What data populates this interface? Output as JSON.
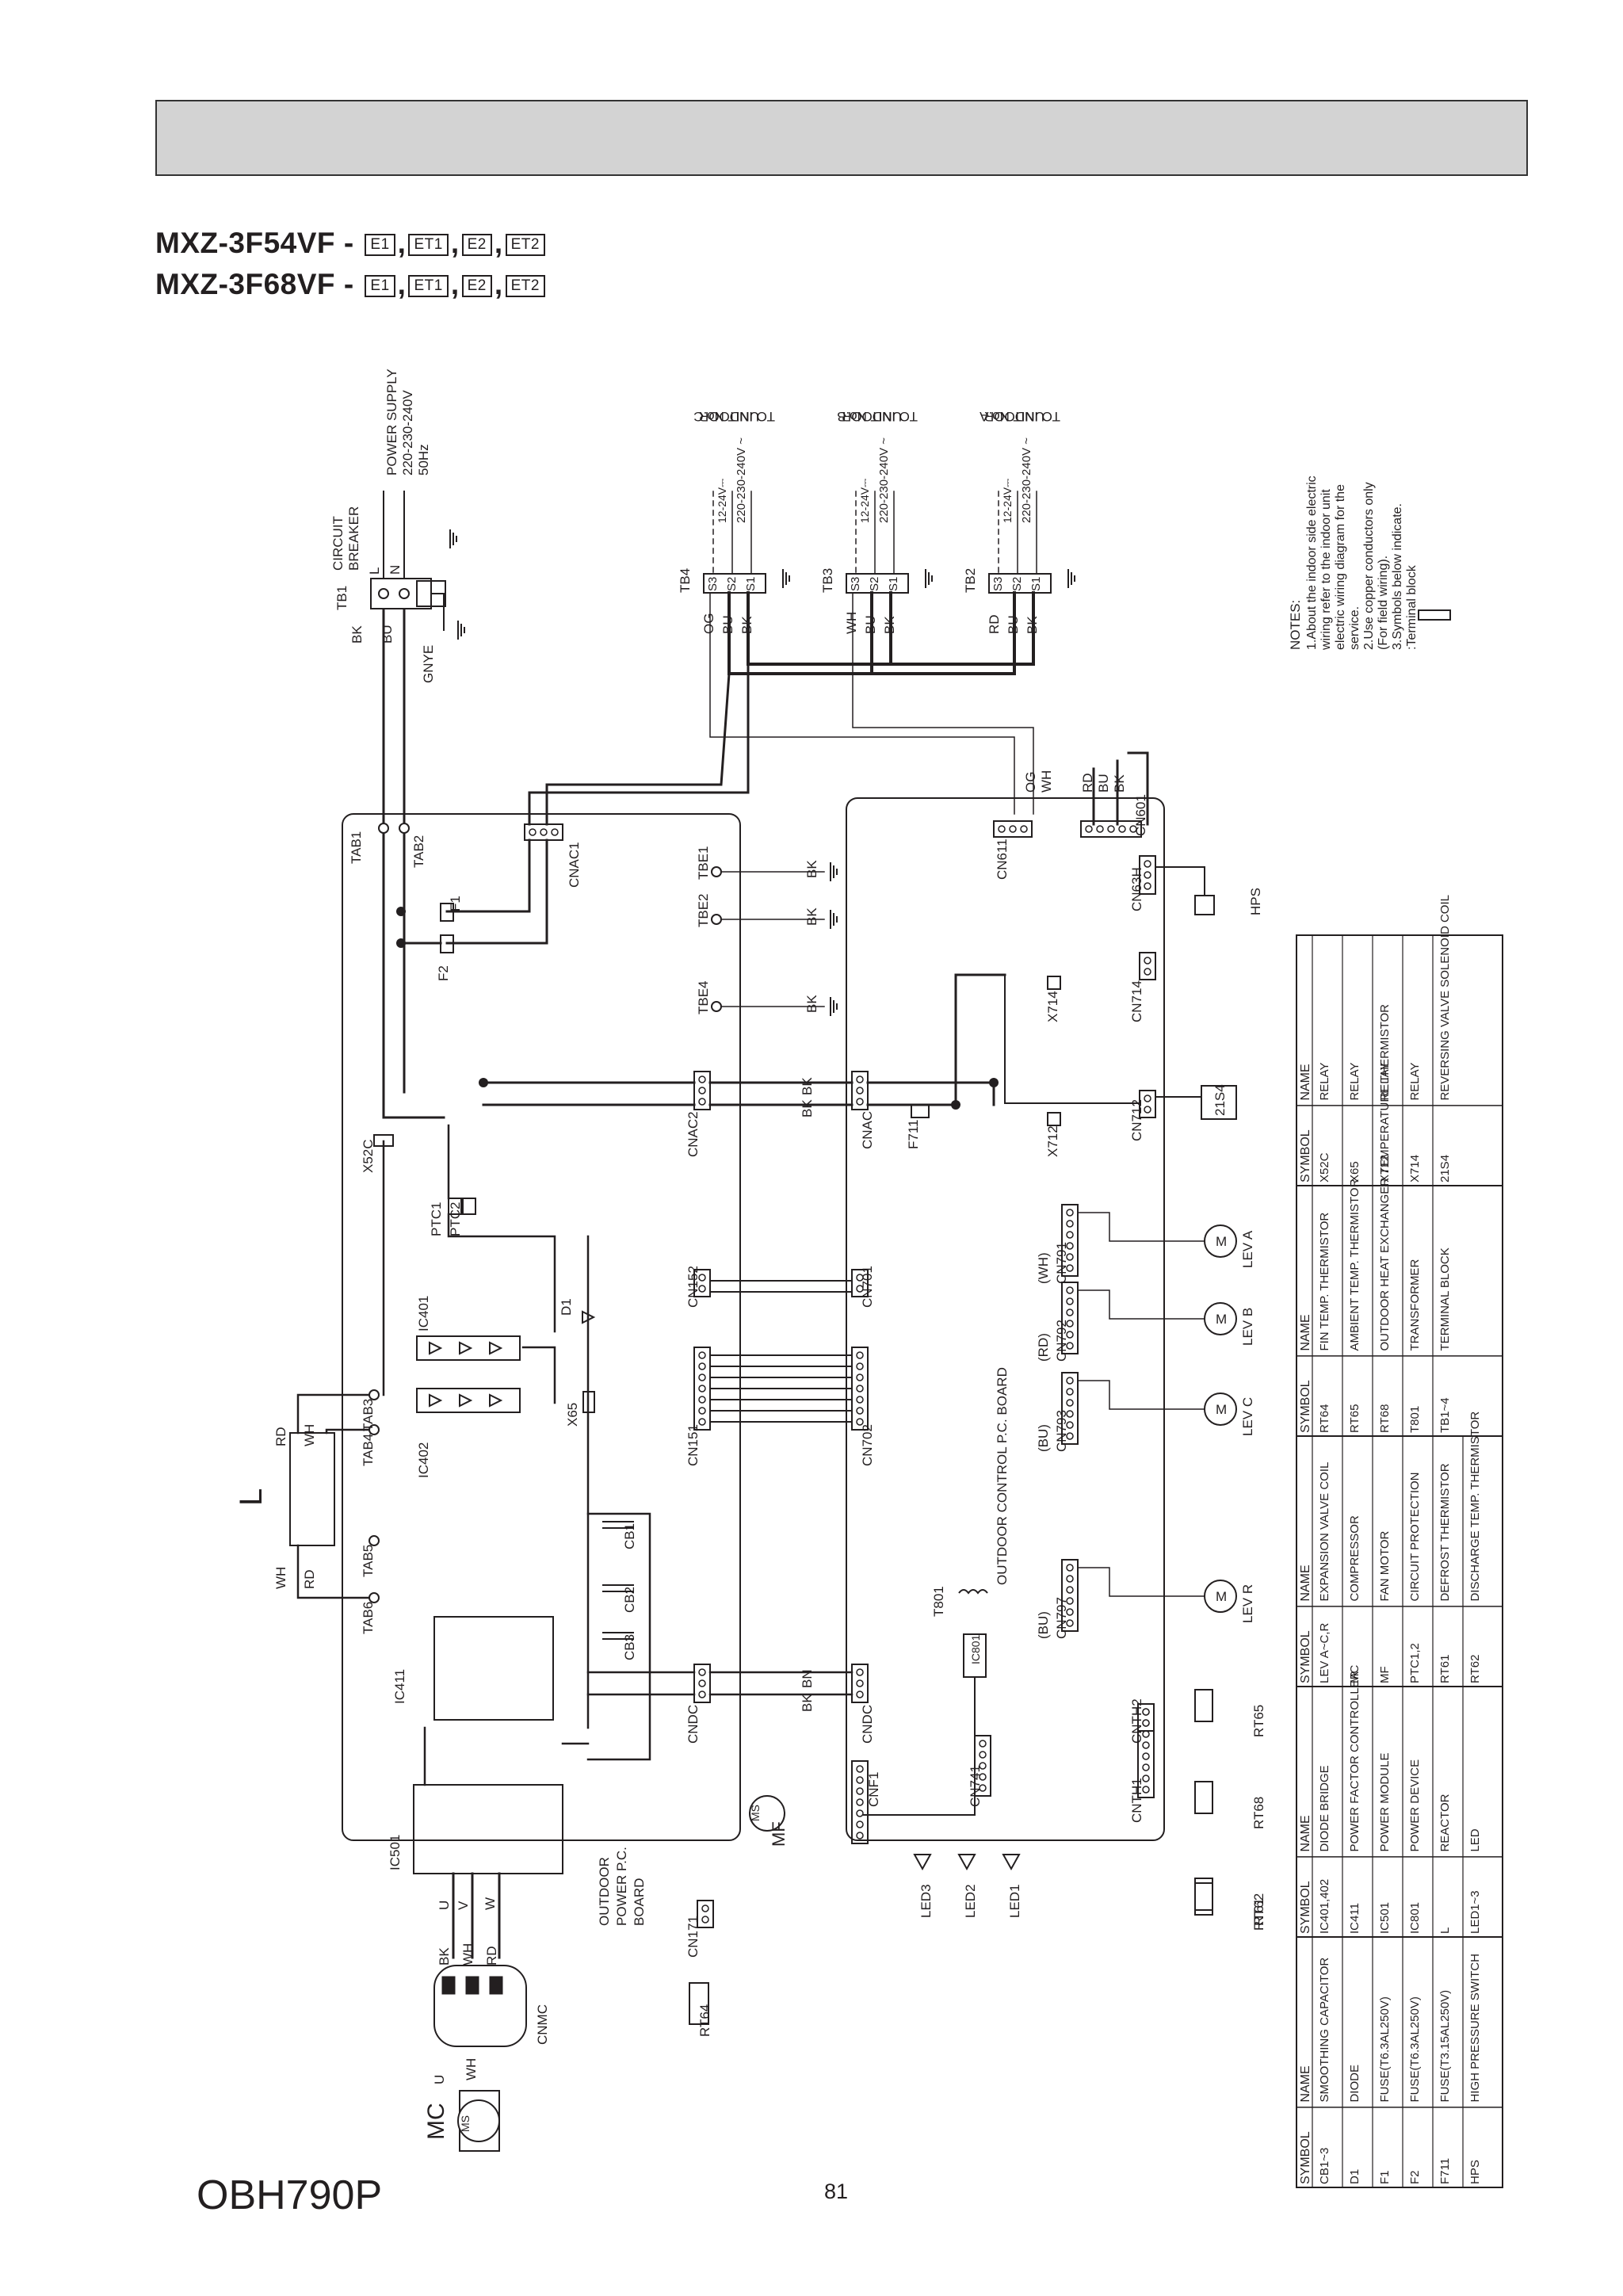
{
  "header": {
    "model_lines": [
      {
        "model": "MXZ-3F54VF -",
        "suffixes": [
          "E1",
          "ET1",
          "E2",
          "ET2"
        ]
      },
      {
        "model": "MXZ-3F68VF -",
        "suffixes": [
          "E1",
          "ET1",
          "E2",
          "ET2"
        ]
      }
    ]
  },
  "footer": {
    "doc_code": "OBH790P",
    "page_number": "81"
  },
  "power": {
    "tb1": "TB1",
    "circuit_breaker": "CIRCUIT BREAKER",
    "supply": "POWER SUPPLY",
    "voltage": "220-230-240V",
    "freq": "50Hz",
    "terminals": [
      "L",
      "N"
    ],
    "wires": [
      "BK",
      "BU",
      "GNYE"
    ]
  },
  "indoor_terminals": [
    {
      "tb": "TB4",
      "unit": "TO INDOOR UNIT No.C",
      "wires": [
        "OG",
        "BU",
        "BK"
      ]
    },
    {
      "tb": "TB3",
      "unit": "TO INDOOR UNIT No.B",
      "wires": [
        "WH",
        "BU",
        "BK"
      ]
    },
    {
      "tb": "TB2",
      "unit": "TO INDOOR UNIT No.A",
      "wires": [
        "RD",
        "BU",
        "BK"
      ]
    }
  ],
  "terminal_pins": [
    "S3",
    "S2",
    "S1"
  ],
  "signal_label": "12-24V⎓",
  "ac_label": "220-230-240V ~",
  "notes": {
    "title": "NOTES:",
    "lines": [
      "1.About the indoor side electric",
      "wiring refer to the indoor unit",
      "electric wiring diagram for the",
      "service.",
      "2.Use copper conductors only",
      "(For field wiring).",
      "3.Symbols below indicate.",
      ":Terminal block"
    ]
  },
  "boards": {
    "power_board": "OUTDOOR POWER P.C. BOARD",
    "control_board": "OUTDOOR CONTROL P.C. BOARD"
  },
  "labels": {
    "power_side": [
      "TAB1",
      "TAB2",
      "F1",
      "F2",
      "X52C",
      "PTC1",
      "PTC2",
      "IC401",
      "IC402",
      "D1",
      "X65",
      "TAB3",
      "TAB4",
      "TAB5",
      "TAB6",
      "CB1",
      "CB2",
      "CB3",
      "IC411",
      "IC501",
      "L",
      "CN171",
      "RT64",
      "CNMC",
      "MC",
      "TBE1",
      "TBE2",
      "TBE4",
      "CNAC1",
      "CNAC2",
      "CN152",
      "CN151",
      "CNDC"
    ],
    "control_side": [
      "CN611",
      "CN601",
      "CN63H",
      "HPS",
      "CN714",
      "X714",
      "CN712",
      "X712",
      "21S4",
      "F711",
      "CNAC",
      "CN701",
      "CN702",
      "CNDC",
      "T801",
      "IC801",
      "CN741",
      "CNF1",
      "MF",
      "LED1",
      "LED2",
      "LED3",
      "CNTH1",
      "CNTH2",
      "RT61",
      "RT62",
      "RT68",
      "RT65",
      "CN791",
      "CN792",
      "CN793",
      "CN797",
      "LEV A",
      "LEV B",
      "LEV C",
      "LEV R"
    ],
    "wire_colors": [
      "BK",
      "BU",
      "OG",
      "WH",
      "RD",
      "BN"
    ]
  },
  "legend": {
    "headers": [
      "SYMBOL",
      "NAME"
    ],
    "columns": [
      [
        [
          "CB1~3",
          "SMOOTHING CAPACITOR"
        ],
        [
          "D1",
          "DIODE"
        ],
        [
          "F1",
          "FUSE(T6.3AL250V)"
        ],
        [
          "F2",
          "FUSE(T6.3AL250V)"
        ],
        [
          "F711",
          "FUSE(T3.15AL250V)"
        ],
        [
          "HPS",
          "HIGH PRESSURE SWITCH"
        ]
      ],
      [
        [
          "IC401,402",
          "DIODE BRIDGE"
        ],
        [
          "IC411",
          "POWER FACTOR CONTROLLER"
        ],
        [
          "IC501",
          "POWER MODULE"
        ],
        [
          "IC801",
          "POWER DEVICE"
        ],
        [
          "L",
          "REACTOR"
        ],
        [
          "LED1~3",
          "LED"
        ]
      ],
      [
        [
          "LEV A~C,R",
          "EXPANSION VALVE COIL"
        ],
        [
          "MC",
          "COMPRESSOR"
        ],
        [
          "MF",
          "FAN MOTOR"
        ],
        [
          "PTC1,2",
          "CIRCUIT PROTECTION"
        ],
        [
          "RT61",
          "DEFROST THERMISTOR"
        ],
        [
          "RT62",
          "DISCHARGE TEMP. THERMISTOR"
        ]
      ],
      [
        [
          "RT64",
          "FIN TEMP. THERMISTOR"
        ],
        [
          "RT65",
          "AMBIENT TEMP. THERMISTOR"
        ],
        [
          "RT68",
          "OUTDOOR HEAT EXCHANGER TEMPERATURE THERMISTOR"
        ],
        [
          "T801",
          "TRANSFORMER"
        ],
        [
          "TB1~4",
          "TERMINAL BLOCK"
        ]
      ],
      [
        [
          "X52C",
          "RELAY"
        ],
        [
          "X65",
          "RELAY"
        ],
        [
          "X712",
          "RELAY"
        ],
        [
          "X714",
          "RELAY"
        ],
        [
          "21S4",
          "REVERSING VALVE SOLENOID COIL"
        ]
      ]
    ]
  }
}
